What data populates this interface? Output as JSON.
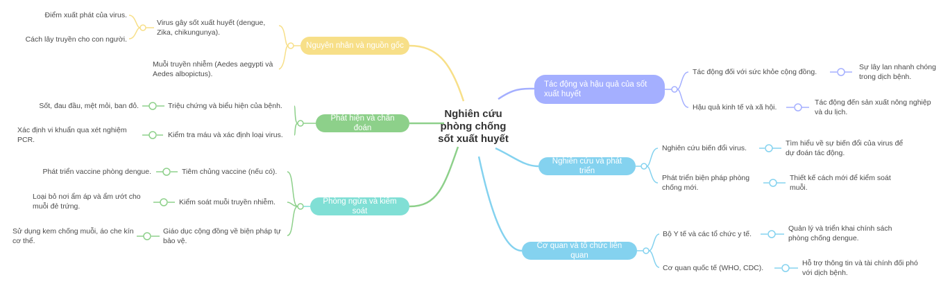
{
  "center": {
    "title_line1": "Nghiên cứu",
    "title_line2": "phòng chống",
    "title_line3": "sốt xuất huyết"
  },
  "colors": {
    "yellow": "#f7df88",
    "green": "#8dd08a",
    "teal": "#80dfd5",
    "purple": "#a4afff",
    "blue": "#84d2ef"
  },
  "left": [
    {
      "label": "Nguyên nhân và nguồn gốc",
      "items": [
        {
          "label": "Virus gây sốt xuất huyết (dengue, Zika, chikungunya).",
          "details": [
            "Điểm xuất phát của virus.",
            "Cách lây truyền cho con người."
          ]
        },
        {
          "label": "Muỗi truyền nhiễm (Aedes aegypti và Aedes albopictus).",
          "details": []
        }
      ]
    },
    {
      "label": "Phát hiện và chẩn đoán",
      "items": [
        {
          "label": "Triệu chứng và biểu hiện của bệnh.",
          "details": [
            "Sốt, đau đầu, mệt mỏi, ban đỏ."
          ]
        },
        {
          "label": "Kiểm tra máu và xác định loại virus.",
          "details": [
            "Xác định vi khuẩn qua xét nghiệm PCR."
          ]
        }
      ]
    },
    {
      "label": "Phòng ngừa và kiểm soát",
      "items": [
        {
          "label": "Tiêm chủng vaccine (nếu có).",
          "details": [
            "Phát triển vaccine phòng dengue."
          ]
        },
        {
          "label": "Kiểm soát muỗi truyền nhiễm.",
          "details": [
            "Loại bỏ nơi ẩm áp và ẩm ướt cho muỗi đẻ trứng."
          ]
        },
        {
          "label": "Giáo dục cộng đồng về biện pháp tự bảo vệ.",
          "details": [
            "Sử dụng kem chống muỗi, áo che kín cơ thể."
          ]
        }
      ]
    }
  ],
  "right": [
    {
      "label": "Tác động và hậu quả của sốt xuất huyết",
      "items": [
        {
          "label": "Tác động đối với sức khỏe cộng đồng.",
          "details": [
            "Sự lây lan nhanh chóng trong dịch bệnh."
          ]
        },
        {
          "label": "Hậu quả kinh tế và xã hội.",
          "details": [
            "Tác động đến sản xuất nông nghiệp và du lịch."
          ]
        }
      ]
    },
    {
      "label": "Nghiên cứu và phát triển",
      "items": [
        {
          "label": "Nghiên cứu biến đổi virus.",
          "details": [
            "Tìm hiểu về sự biến đổi của virus để dự đoán tác động."
          ]
        },
        {
          "label": "Phát triển biện pháp phòng chống mới.",
          "details": [
            "Thiết kế cách mới để kiểm soát muỗi."
          ]
        }
      ]
    },
    {
      "label": "Cơ quan và tổ chức liên quan",
      "items": [
        {
          "label": "Bộ Y tế và các tổ chức y tế.",
          "details": [
            "Quản lý và triển khai chính sách phòng chống dengue."
          ]
        },
        {
          "label": "Cơ quan quốc tế (WHO, CDC).",
          "details": [
            "Hỗ trợ thông tin và tài chính đối phó với dịch bệnh."
          ]
        }
      ]
    }
  ]
}
